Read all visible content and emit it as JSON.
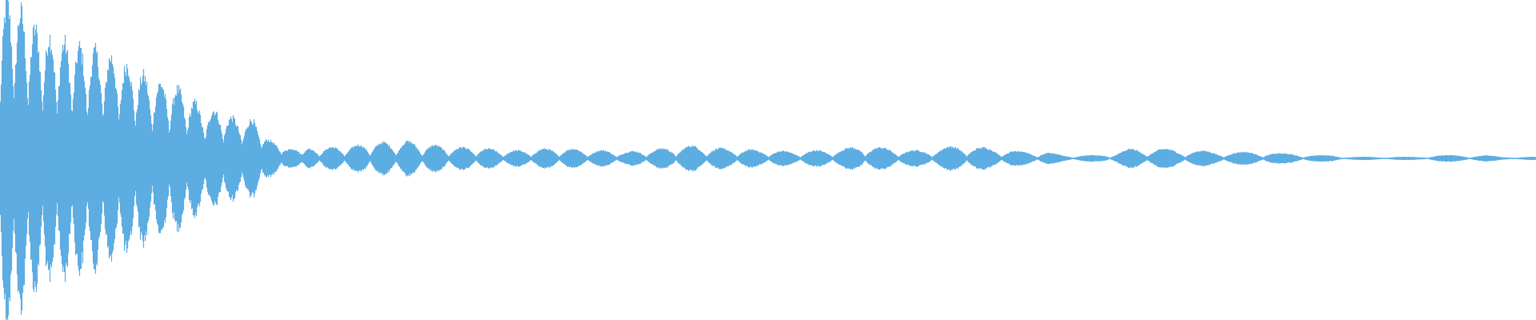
{
  "waveform": {
    "color": "#5dade2",
    "background": "#ffffff",
    "envelope": [
      1.0,
      0.95,
      0.82,
      0.76,
      0.72,
      0.69,
      0.66,
      0.62,
      0.56,
      0.48,
      0.46,
      0.41,
      0.3,
      0.3,
      0.24,
      0.24,
      0.11,
      0.06,
      0.06,
      0.07,
      0.07,
      0.08,
      0.1,
      0.1,
      0.11,
      0.09,
      0.08,
      0.07,
      0.07,
      0.06,
      0.05,
      0.05,
      0.06,
      0.06,
      0.06,
      0.05,
      0.05,
      0.04,
      0.05,
      0.06,
      0.07,
      0.08,
      0.07,
      0.06,
      0.06,
      0.05,
      0.05,
      0.04,
      0.05,
      0.05,
      0.06,
      0.08,
      0.07,
      0.06,
      0.05,
      0.05,
      0.07,
      0.08,
      0.07,
      0.06,
      0.05,
      0.04,
      0.04,
      0.02,
      0.02,
      0.02,
      0.03,
      0.06,
      0.06,
      0.06,
      0.05,
      0.05,
      0.04,
      0.04,
      0.04,
      0.04,
      0.03,
      0.03,
      0.02,
      0.02,
      0.01,
      0.01,
      0.01,
      0.01,
      0.01,
      0.02,
      0.02,
      0.02,
      0.02,
      0.01,
      0.01,
      0.01
    ],
    "note": ""
  }
}
